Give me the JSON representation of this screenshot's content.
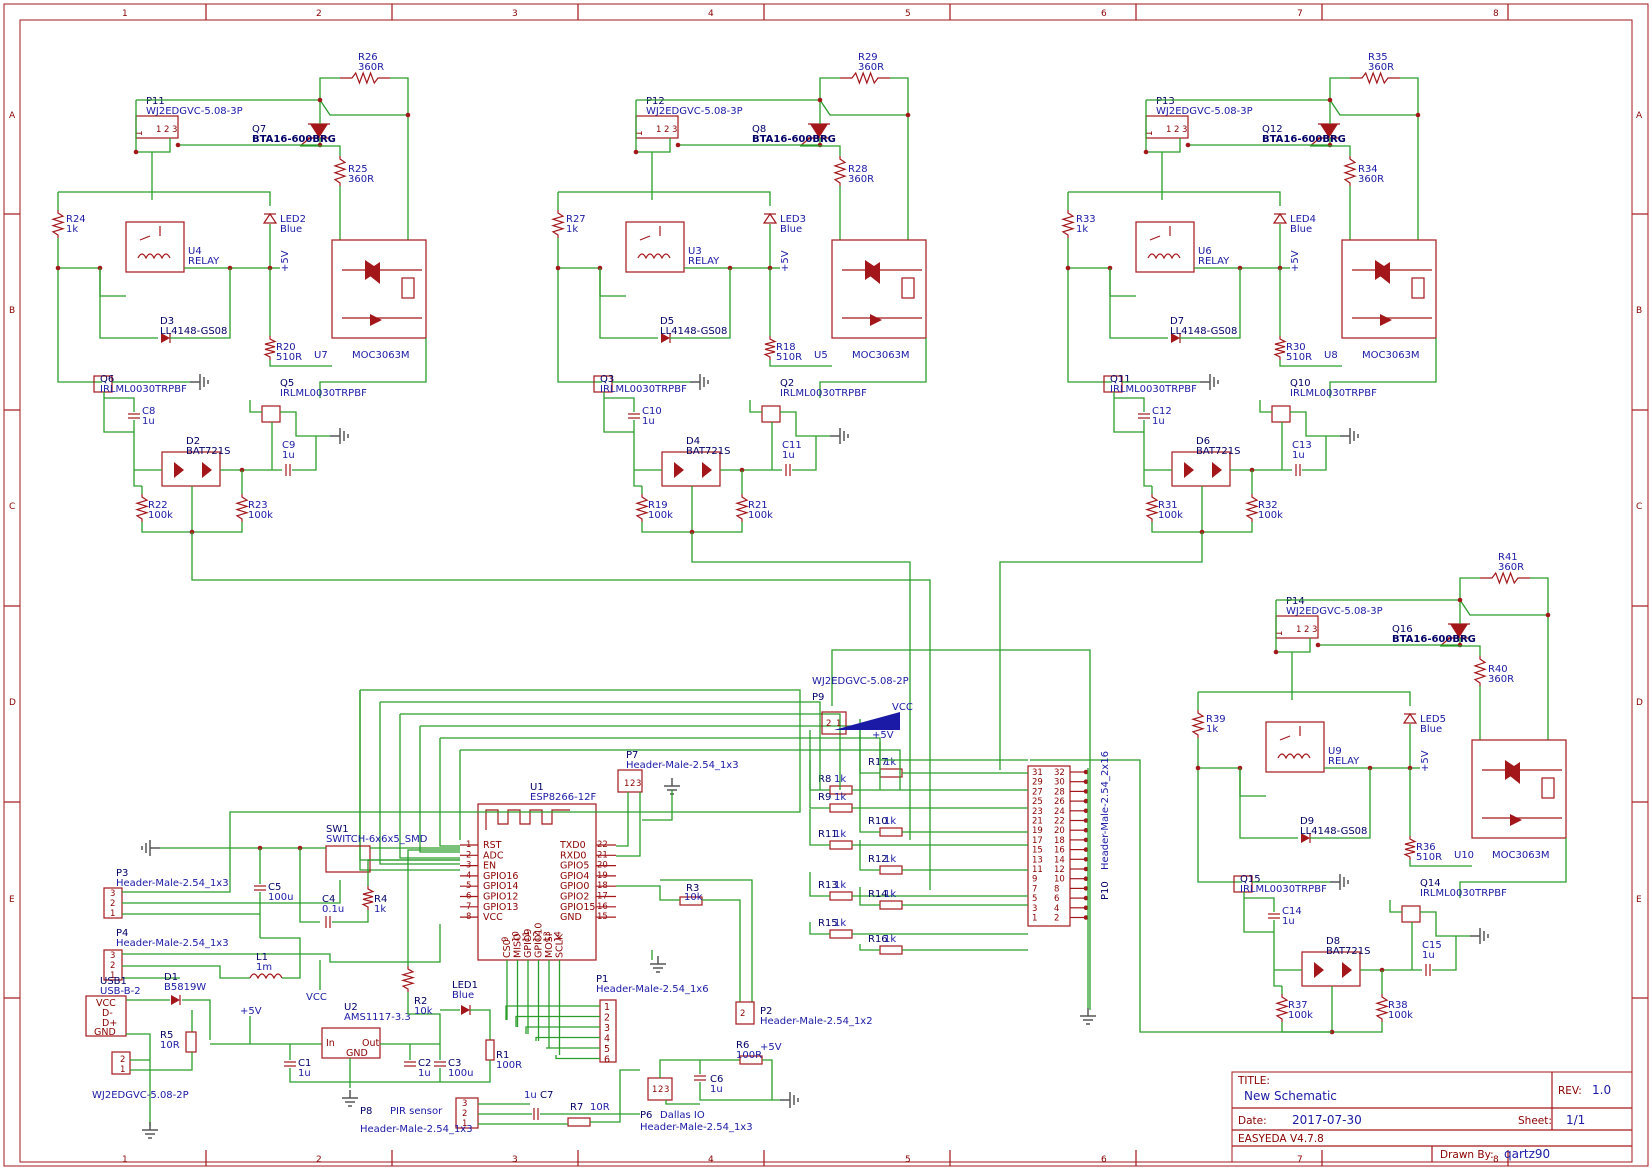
{
  "title_block": {
    "title_label": "TITLE:",
    "title": "New Schematic",
    "rev_label": "REV:",
    "rev": "1.0",
    "date_label": "Date:",
    "date": "2017-07-30",
    "sheet_label": "Sheet:",
    "sheet": "1/1",
    "drawn_label": "Drawn By:",
    "drawn_by": "qartz90",
    "software": "EASYEDA V4.7.8"
  },
  "frame": {
    "columns": [
      "1",
      "2",
      "3",
      "4",
      "5",
      "6",
      "7",
      "8"
    ],
    "rows": [
      "A",
      "B",
      "C",
      "D",
      "E"
    ]
  },
  "channels": [
    {
      "header": "P11",
      "header_part": "WJ2EDGVC-5.08-3P",
      "triac": "Q7",
      "triac_part": "BTA16-600BRG",
      "r_top": "R26",
      "r_top_val": "360R",
      "r_gate": "R25",
      "r_gate_val": "360R",
      "r_led": "R24",
      "r_led_val": "1k",
      "led": "LED2",
      "led_val": "Blue",
      "relay": "U4",
      "relay_val": "RELAY",
      "diode": "D3",
      "diode_val": "LL4148-GS08",
      "r_pull": "R20",
      "r_pull_val": "510R",
      "opto": "U7",
      "opto_val": "MOC3063M",
      "q_low": "Q6",
      "q_low_part": "IRLML0030TRPBF",
      "q_high": "Q5",
      "q_high_part": "IRLML0030TRPBF",
      "cap_a": "C8",
      "cap_a_val": "1u",
      "cap_b": "C9",
      "cap_b_val": "1u",
      "dual": "D2",
      "dual_val": "BAT721S",
      "r_l": "R22",
      "r_l_val": "100k",
      "r_r": "R23",
      "r_r_val": "100k",
      "supply": "+5V"
    },
    {
      "header": "P12",
      "header_part": "WJ2EDGVC-5.08-3P",
      "triac": "Q8",
      "triac_part": "BTA16-600BRG",
      "r_top": "R29",
      "r_top_val": "360R",
      "r_gate": "R28",
      "r_gate_val": "360R",
      "r_led": "R27",
      "r_led_val": "1k",
      "led": "LED3",
      "led_val": "Blue",
      "relay": "U3",
      "relay_val": "RELAY",
      "diode": "D5",
      "diode_val": "LL4148-GS08",
      "r_pull": "R18",
      "r_pull_val": "510R",
      "opto": "U5",
      "opto_val": "MOC3063M",
      "q_low": "Q3",
      "q_low_part": "IRLML0030TRPBF",
      "q_high": "Q2",
      "q_high_part": "IRLML0030TRPBF",
      "cap_a": "C10",
      "cap_a_val": "1u",
      "cap_b": "C11",
      "cap_b_val": "1u",
      "dual": "D4",
      "dual_val": "BAT721S",
      "r_l": "R19",
      "r_l_val": "100k",
      "r_r": "R21",
      "r_r_val": "100k",
      "supply": "+5V"
    },
    {
      "header": "P13",
      "header_part": "WJ2EDGVC-5.08-3P",
      "triac": "Q12",
      "triac_part": "BTA16-600BRG",
      "r_top": "R35",
      "r_top_val": "360R",
      "r_gate": "R34",
      "r_gate_val": "360R",
      "r_led": "R33",
      "r_led_val": "1k",
      "led": "LED4",
      "led_val": "Blue",
      "relay": "U6",
      "relay_val": "RELAY",
      "diode": "D7",
      "diode_val": "LL4148-GS08",
      "r_pull": "R30",
      "r_pull_val": "510R",
      "opto": "U8",
      "opto_val": "MOC3063M",
      "q_low": "Q11",
      "q_low_part": "IRLML0030TRPBF",
      "q_high": "Q10",
      "q_high_part": "IRLML0030TRPBF",
      "cap_a": "C12",
      "cap_a_val": "1u",
      "cap_b": "C13",
      "cap_b_val": "1u",
      "dual": "D6",
      "dual_val": "BAT721S",
      "r_l": "R31",
      "r_l_val": "100k",
      "r_r": "R32",
      "r_r_val": "100k",
      "supply": "+5V"
    },
    {
      "header": "P14",
      "header_part": "WJ2EDGVC-5.08-3P",
      "triac": "Q16",
      "triac_part": "BTA16-600BRG",
      "r_top": "R41",
      "r_top_val": "360R",
      "r_gate": "R40",
      "r_gate_val": "360R",
      "r_led": "R39",
      "r_led_val": "1k",
      "led": "LED5",
      "led_val": "Blue",
      "relay": "U9",
      "relay_val": "RELAY",
      "diode": "D9",
      "diode_val": "LL4148-GS08",
      "r_pull": "R36",
      "r_pull_val": "510R",
      "opto": "U10",
      "opto_val": "MOC3063M",
      "q_low": "Q15",
      "q_low_part": "IRLML0030TRPBF",
      "q_high": "Q14",
      "q_high_part": "IRLML0030TRPBF",
      "cap_a": "C14",
      "cap_a_val": "1u",
      "cap_b": "C15",
      "cap_b_val": "1u",
      "dual": "D8",
      "dual_val": "BAT721S",
      "r_l": "R37",
      "r_l_val": "100k",
      "r_r": "R38",
      "r_r_val": "100k",
      "supply": "+5V"
    }
  ],
  "esp": {
    "ref": "U1",
    "part": "ESP8266-12F",
    "left_pins": [
      [
        "RST",
        "1"
      ],
      [
        "ADC",
        "2"
      ],
      [
        "EN",
        "3"
      ],
      [
        "GPIO16",
        "4"
      ],
      [
        "GPIO14",
        "5"
      ],
      [
        "GPIO12",
        "6"
      ],
      [
        "GPIO13",
        "7"
      ],
      [
        "VCC",
        "8"
      ]
    ],
    "right_pins": [
      [
        "TXD0",
        "22"
      ],
      [
        "RXD0",
        "21"
      ],
      [
        "GPIO5",
        "20"
      ],
      [
        "GPIO4",
        "19"
      ],
      [
        "GPIO0",
        "18"
      ],
      [
        "GPIO2",
        "17"
      ],
      [
        "GPIO15",
        "16"
      ],
      [
        "GND",
        "15"
      ]
    ],
    "bottom_pins": [
      [
        "CS0",
        "9"
      ],
      [
        "MISO",
        "10"
      ],
      [
        "GPIO9",
        "11"
      ],
      [
        "GPIO10",
        "12"
      ],
      [
        "MOSI",
        "13"
      ],
      [
        "SCLK",
        "14"
      ]
    ]
  },
  "p10": {
    "ref": "P10",
    "part": "Header-Male-2.54_2x16",
    "left": [
      "31",
      "29",
      "27",
      "25",
      "23",
      "21",
      "19",
      "17",
      "15",
      "13",
      "11",
      "9",
      "7",
      "5",
      "3",
      "1"
    ],
    "right": [
      "32",
      "30",
      "28",
      "26",
      "24",
      "22",
      "20",
      "18",
      "16",
      "14",
      "12",
      "10",
      "8",
      "6",
      "4",
      "2"
    ]
  },
  "mid_resistors": [
    {
      "ref": "R8",
      "val": "1k"
    },
    {
      "ref": "R17",
      "val": "1k"
    },
    {
      "ref": "R9",
      "val": "1k"
    },
    {
      "ref": "R10",
      "val": "1k"
    },
    {
      "ref": "R11",
      "val": "1k"
    },
    {
      "ref": "R12",
      "val": "1k"
    },
    {
      "ref": "R13",
      "val": "1k"
    },
    {
      "ref": "R14",
      "val": "1k"
    },
    {
      "ref": "R15",
      "val": "1k"
    },
    {
      "ref": "R16",
      "val": "1k"
    },
    {
      "ref": "R3",
      "val": "10k"
    }
  ],
  "misc": {
    "p9": "P9",
    "p9_part": "WJ2EDGVC-5.08-2P",
    "vcc": "VCC",
    "plus5": "+5V",
    "p7": "P7",
    "p7_part": "Header-Male-2.54_1x3",
    "sw1": "SW1",
    "sw1_part": "SWITCH-6x6x5_SMD",
    "p3": "P3",
    "p3_part": "Header-Male-2.54_1x3",
    "p4": "P4",
    "p4_part": "Header-Male-2.54_1x3",
    "c5": "C5",
    "c5_val": "100u",
    "c4": "C4",
    "c4_val": "0.1u",
    "r4": "R4",
    "r4_val": "1k",
    "l1": "L1",
    "l1_val": "1m",
    "usb1": "USB1",
    "usb1_part": "USB-B-2",
    "usb_pins": [
      "VCC",
      "D-",
      "D+",
      "GND"
    ],
    "d1": "D1",
    "d1_part": "B5819W",
    "r5": "R5",
    "r5_val": "10R",
    "wj": "WJ2EDGVC-5.08-2P",
    "u2": "U2",
    "u2_part": "AMS1117-3.3",
    "u2_in": "In",
    "u2_out": "Out",
    "u2_gnd": "GND",
    "c1": "C1",
    "c1_val": "1u",
    "c2": "C2",
    "c2_val": "1u",
    "c3": "C3",
    "c3_val": "100u",
    "r2": "R2",
    "r2_val": "10k",
    "led1": "LED1",
    "led1_val": "Blue",
    "r1": "R1",
    "r1_val": "100R",
    "p8": "P8",
    "p8_desc": "PIR sensor",
    "p8_part": "Header-Male-2.54_1x3",
    "c7": "C7",
    "c7_val": "1u",
    "r7": "R7",
    "r7_val": "10R",
    "p1": "P1",
    "p1_part": "Header-Male-2.54_1x6",
    "p2": "P2",
    "p2_part": "Header-Male-2.54_1x2",
    "p6": "P6",
    "p6_desc": "Dallas IO",
    "p6_part": "Header-Male-2.54_1x3",
    "r6": "R6",
    "r6_val": "100R",
    "c6": "C6",
    "c6_val": "1u"
  }
}
